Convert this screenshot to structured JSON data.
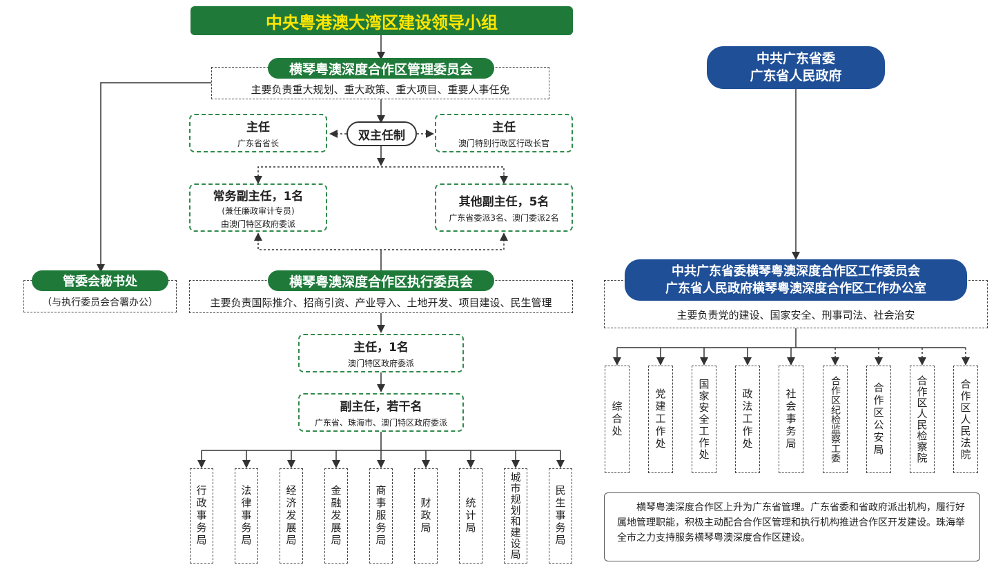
{
  "top_title": "中央粤港澳大湾区建设领导小组",
  "mgmt_committee": {
    "title": "横琴粤澳深度合作区管理委员会",
    "desc": "主要负责重大规划、重大政策、重大项目、重要人事任免"
  },
  "dual_director": {
    "label": "双主任制",
    "left": {
      "title": "主任",
      "sub": "广东省省长"
    },
    "right": {
      "title": "主任",
      "sub": "澳门特别行政区行政长官"
    }
  },
  "exec_vice": {
    "title": "常务副主任，1名",
    "line1": "(兼任廉政审计专员)",
    "line2": "由澳门特区政府委派"
  },
  "other_vice": {
    "title": "其他副主任，5名",
    "sub": "广东省委派3名、澳门委派2名"
  },
  "secretariat": {
    "title": "管委会秘书处",
    "sub": "（与执行委员会合署办公）"
  },
  "exec_committee": {
    "title": "横琴粤澳深度合作区执行委员会",
    "desc": "主要负责国际推介、招商引资、产业导入、土地开发、项目建设、民生管理"
  },
  "exec_director": {
    "title": "主任，1名",
    "sub": "澳门特区政府委派"
  },
  "exec_deputy": {
    "title": "副主任，若干名",
    "sub": "广东省、珠海市、澳门特区政府委派"
  },
  "exec_bureaus": [
    "行政事务局",
    "法律事务局",
    "经济发展局",
    "金融发展局",
    "商事服务局",
    "财政局",
    "统计局",
    "城市规划和建设局",
    "民生事务局"
  ],
  "gd_top": {
    "line1": "中共广东省委",
    "line2": "广东省人民政府"
  },
  "gd_work": {
    "line1": "中共广东省委横琴粤澳深度合作区工作委员会",
    "line2": "广东省人民政府横琴粤澳深度合作区工作办公室",
    "desc": "主要负责党的建设、国家安全、刑事司法、社会治安"
  },
  "gd_units": [
    "综合处",
    "党建工作处",
    "国家安全工作处",
    "政法工作处",
    "社会事务局",
    "合作区纪检监察工委",
    "合作区公安局",
    "合作区人民检察院",
    "合作区人民法院"
  ],
  "note": "横琴粤澳深度合作区上升为广东省管理。广东省委和省政府派出机构，履行好属地管理职能，积极主动配合合作区管理和执行机构推进合作区开发建设。珠海举全市之力支持服务横琴粤澳深度合作区建设。",
  "colors": {
    "green": "#1f7a3a",
    "yellow": "#ffe600",
    "blue": "#1f4f97",
    "dash_green": "#2f8a4a"
  }
}
